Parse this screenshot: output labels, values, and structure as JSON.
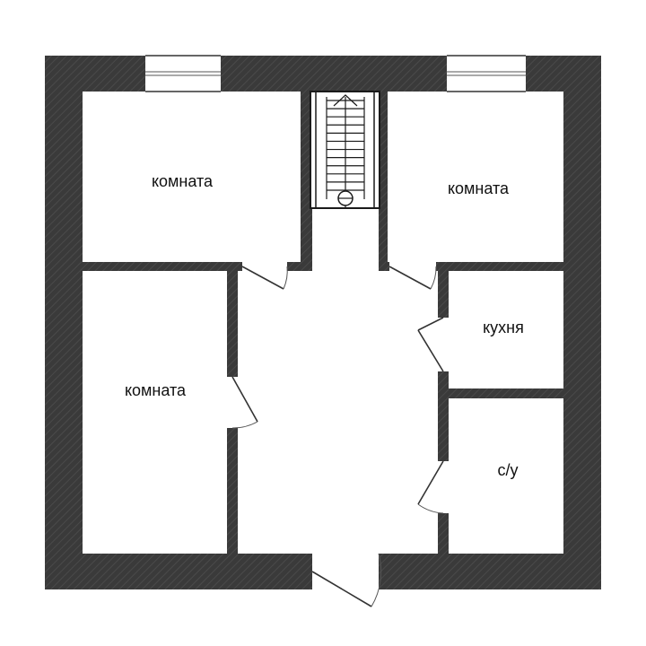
{
  "colors": {
    "background": "#ffffff",
    "wall": "#3a3a3a",
    "wall_hatch": "#4a4a4a",
    "window_glass": "#ffffff",
    "stair": "#1a1a1a"
  },
  "rooms": [
    {
      "id": "room-top-left",
      "label": "комната"
    },
    {
      "id": "room-top-right",
      "label": "комната"
    },
    {
      "id": "room-left",
      "label": "комната"
    },
    {
      "id": "kitchen",
      "label": "кухня"
    },
    {
      "id": "bathroom",
      "label": "с/у"
    }
  ],
  "stair_steps": 12
}
